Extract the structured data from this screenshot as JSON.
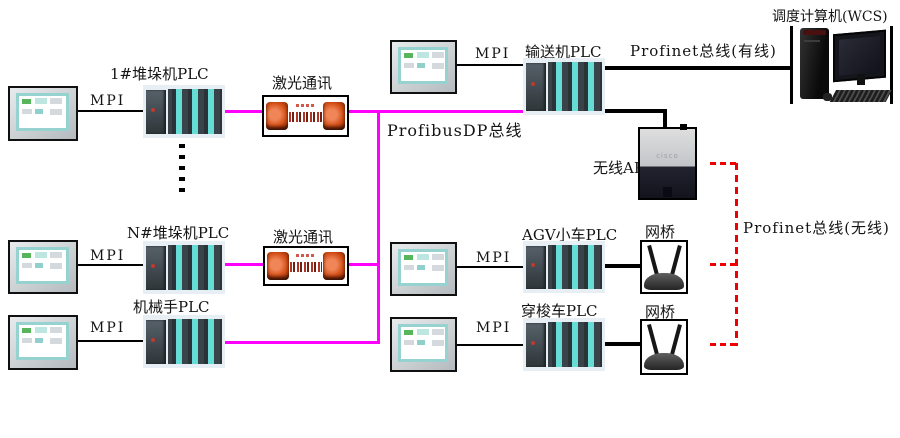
{
  "diagram": {
    "mpi_label": "MPI",
    "buses": {
      "profibus": {
        "label": "ProfibusDP总线",
        "color": "#ff00ff"
      },
      "profinet_wired": {
        "label": "Profinet总线(有线)",
        "color": "#000000"
      },
      "profinet_wireless": {
        "label": "Profinet总线(无线)",
        "color": "#ee0000"
      }
    },
    "nodes": {
      "scheduler_pc": {
        "label": "调度计算机(WCS)"
      },
      "conveyor_plc": {
        "label": "输送机PLC"
      },
      "stacker1_plc": {
        "label": "1#堆垛机PLC"
      },
      "stackerN_plc": {
        "label": "N#堆垛机PLC"
      },
      "robot_plc": {
        "label": "机械手PLC"
      },
      "agv_plc": {
        "label": "AGV小车PLC"
      },
      "shuttle_plc": {
        "label": "穿梭车PLC"
      },
      "laser_link1": {
        "label": "激光通讯"
      },
      "laser_link2": {
        "label": "激光通讯"
      },
      "wireless_ap": {
        "label": "无线AP",
        "brand_marking": "cisco"
      },
      "bridge_agv": {
        "label": "网桥"
      },
      "bridge_shuttle": {
        "label": "网桥"
      }
    }
  }
}
